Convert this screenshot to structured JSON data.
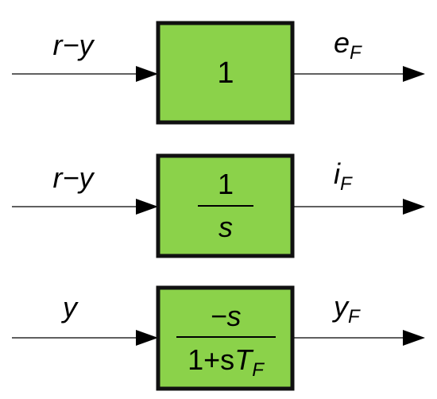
{
  "colors": {
    "block_fill": "#8bd24a",
    "block_border": "#111111",
    "line": "#000000"
  },
  "blocks": [
    {
      "input_label": "r−y",
      "transfer": {
        "single": "1"
      },
      "output_label": {
        "base": "e",
        "sub": "F"
      }
    },
    {
      "input_label": "r−y",
      "transfer": {
        "numerator": "1",
        "denominator": "s"
      },
      "output_label": {
        "base": "i",
        "sub": "F"
      }
    },
    {
      "input_label": "y",
      "transfer": {
        "numerator": "−s",
        "denominator_prefix": "1+s",
        "denominator_T": "T",
        "denominator_sub": "F"
      },
      "output_label": {
        "base": "y",
        "sub": "F"
      }
    }
  ]
}
